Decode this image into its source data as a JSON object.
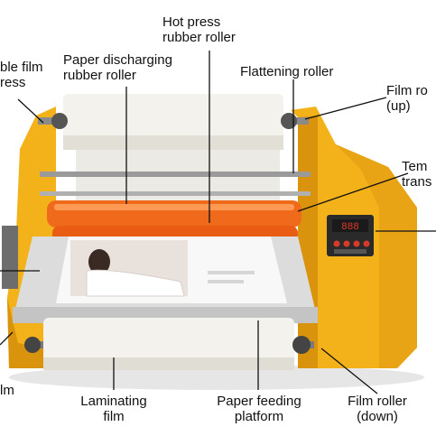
{
  "labels": {
    "hot_press": {
      "line1": "Hot press",
      "line2": "rubber roller"
    },
    "paper_discharging": {
      "line1": "Paper discharging",
      "line2": "rubber roller"
    },
    "flattening": {
      "line1": "Flattening roller"
    },
    "film_roller_up": {
      "line1": "Film ro",
      "line2": "(up)"
    },
    "temperature": {
      "line1": "Tem",
      "line2": "trans"
    },
    "adjustable_film": {
      "line1": "ble film",
      "line2": "ress"
    },
    "left_film": {
      "line1": "lm"
    },
    "laminating_film": {
      "line1": "Laminating",
      "line2": "film"
    },
    "paper_feeding": {
      "line1": "Paper feeding",
      "line2": "platform"
    },
    "film_roller_down": {
      "line1": "Film roller",
      "line2": "(down)"
    }
  },
  "panel": {
    "display": "888"
  },
  "colors": {
    "body_yellow": "#f3b21a",
    "body_shadow": "#d9930c",
    "hot_roller": "#f06a1c",
    "film_white": "#f4f2ec",
    "panel_dark": "#2a2a2a",
    "display_red": "#e23a2a",
    "button_red": "#d83a2a"
  },
  "icons": [
    "control-panel-icon",
    "power-switch-icon"
  ]
}
